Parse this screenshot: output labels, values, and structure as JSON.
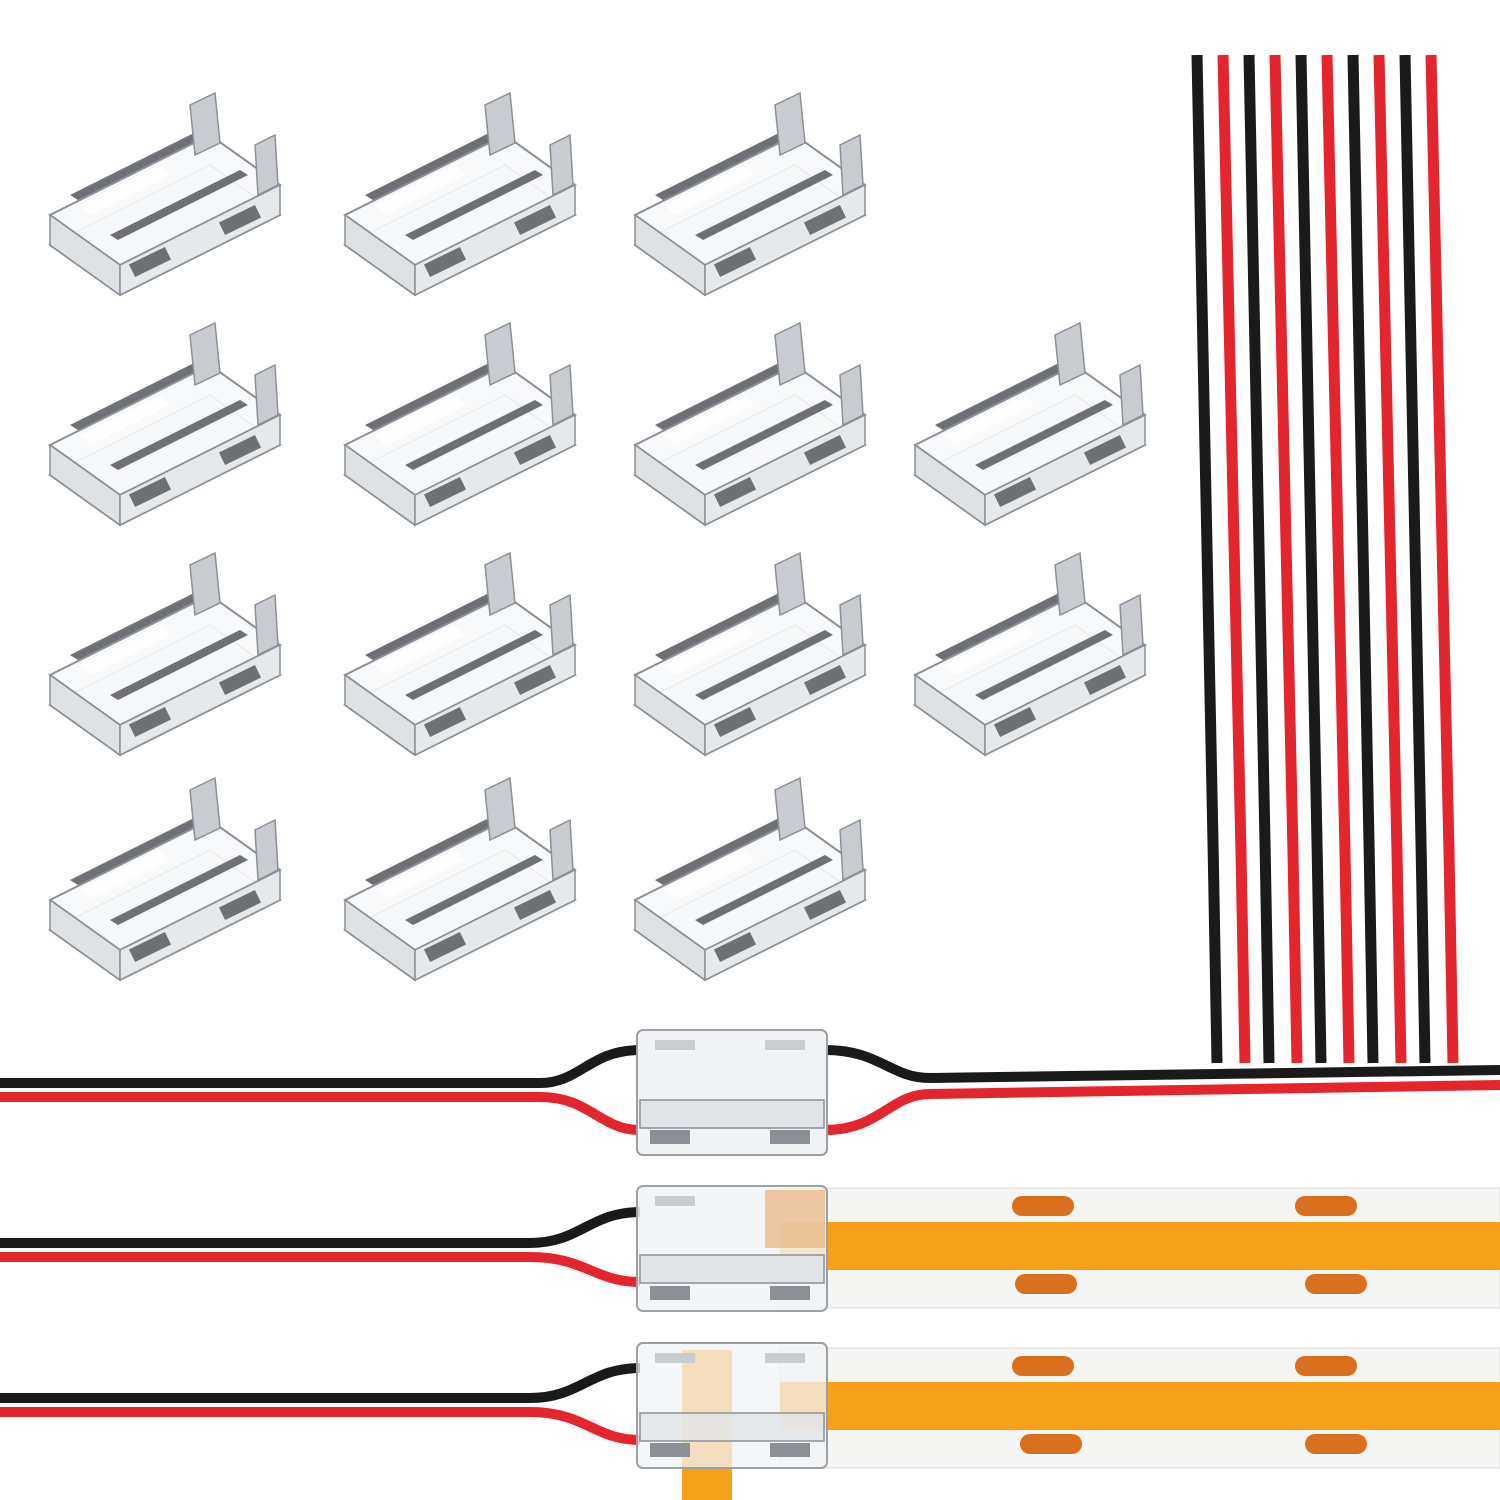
{
  "scene": {
    "background": "#ffffff",
    "colors": {
      "wire_black": "#1a1a1a",
      "wire_red": "#e3262d",
      "clip_body": "#eef0f2",
      "clip_edge": "#8c9096",
      "clip_metal": "#6e7075",
      "strip_white": "#f5f5f3",
      "strip_orange": "#f7a11a",
      "chip_orange": "#d9701e"
    },
    "connector_clips": {
      "count": 14,
      "rows": [
        3,
        4,
        4,
        3
      ],
      "material": "transparent"
    },
    "loose_wires": {
      "pairs": 5,
      "colors": [
        "black",
        "red"
      ]
    },
    "demonstrations": [
      {
        "id": "wire-to-wire",
        "left": "wire",
        "right": "wire"
      },
      {
        "id": "wire-to-strip",
        "left": "wire",
        "right": "led-strip"
      },
      {
        "id": "strip-to-wire-cable",
        "left": "wire",
        "right": "led-strip",
        "extra": "orange-cable-under-clip"
      }
    ]
  }
}
